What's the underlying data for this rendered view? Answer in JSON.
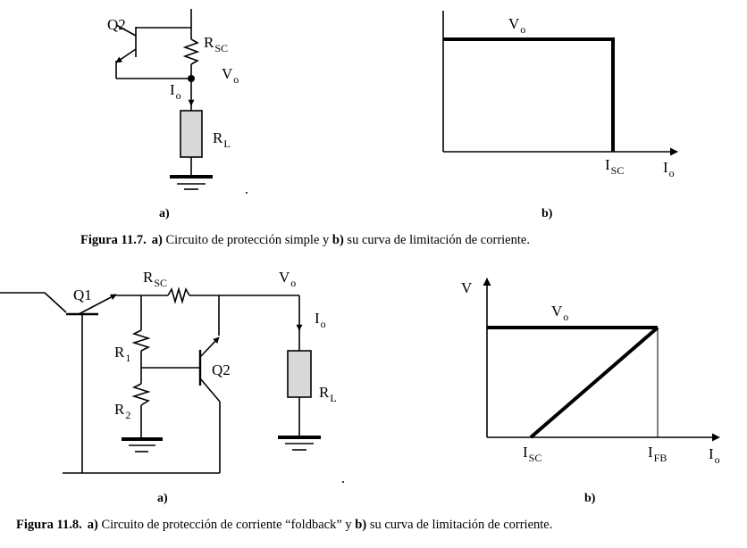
{
  "fig1": {
    "circuit": {
      "q2": "Q2",
      "rsc": {
        "main": "R",
        "sub": "SC"
      },
      "vo": {
        "main": "V",
        "sub": "o"
      },
      "io": {
        "main": "I",
        "sub": "o"
      },
      "rl": {
        "main": "R",
        "sub": "L"
      }
    },
    "curve": {
      "vo": {
        "main": "V",
        "sub": "o"
      },
      "isc": {
        "main": "I",
        "sub": "SC"
      },
      "io": {
        "main": "I",
        "sub": "o"
      }
    },
    "panel_a": "a)",
    "panel_b": "b)",
    "caption": {
      "label": "Figura 11.7.",
      "a": "a)",
      "text1": " Circuito de protección simple y ",
      "b": "b)",
      "text2": " su curva de limitación de corriente."
    }
  },
  "fig2": {
    "circuit": {
      "q1": "Q1",
      "rsc": {
        "main": "R",
        "sub": "SC"
      },
      "vo": {
        "main": "V",
        "sub": "o"
      },
      "io": {
        "main": "I",
        "sub": "o"
      },
      "r1": {
        "main": "R",
        "sub": "1"
      },
      "r2": {
        "main": "R",
        "sub": "2"
      },
      "q2": "Q2",
      "rl": {
        "main": "R",
        "sub": "L"
      }
    },
    "curve": {
      "v": "V",
      "vo": {
        "main": "V",
        "sub": "o"
      },
      "isc": {
        "main": "I",
        "sub": "SC"
      },
      "ifb": {
        "main": "I",
        "sub": "FB"
      },
      "io": {
        "main": "I",
        "sub": "o"
      }
    },
    "panel_a": "a)",
    "panel_b": "b)",
    "caption": {
      "label": "Figura 11.8.",
      "a": "a)",
      "text1": " Circuito de protección de corriente “foldback” y ",
      "b": "b)",
      "text2": " su curva de limitación de corriente."
    }
  }
}
